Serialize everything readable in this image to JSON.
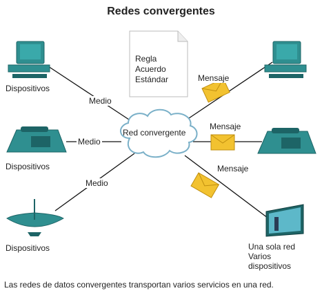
{
  "title": "Redes convergentes",
  "document": {
    "lines": [
      "Regla",
      "Acuerdo",
      "Estándar"
    ]
  },
  "cloud_label": "Red convergente",
  "left_devices": [
    {
      "label": "Dispositivos",
      "icon": "desktop-computer-icon"
    },
    {
      "label": "Dispositivos",
      "icon": "telephone-icon"
    },
    {
      "label": "Dispositivos",
      "icon": "satellite-dish-icon"
    }
  ],
  "medio_labels": [
    "Medio",
    "Medio",
    "Medio"
  ],
  "mensaje_labels": [
    "Mensaje",
    "Mensaje",
    "Mensaje"
  ],
  "right_devices": [
    {
      "label": "",
      "icon": "desktop-computer-icon"
    },
    {
      "label": "",
      "icon": "telephone-icon"
    },
    {
      "label_lines": [
        "Una sola red",
        "Varios",
        "dispositivos"
      ],
      "icon": "television-icon"
    }
  ],
  "caption": "Las redes de datos convergentes transportan varios servicios en una red.",
  "colors": {
    "device_teal": "#2f8f90",
    "device_dark": "#1d6466",
    "envelope_yellow": "#f2c230",
    "cloud_fill": "#ffffff",
    "cloud_stroke": "#7ab0c8"
  }
}
